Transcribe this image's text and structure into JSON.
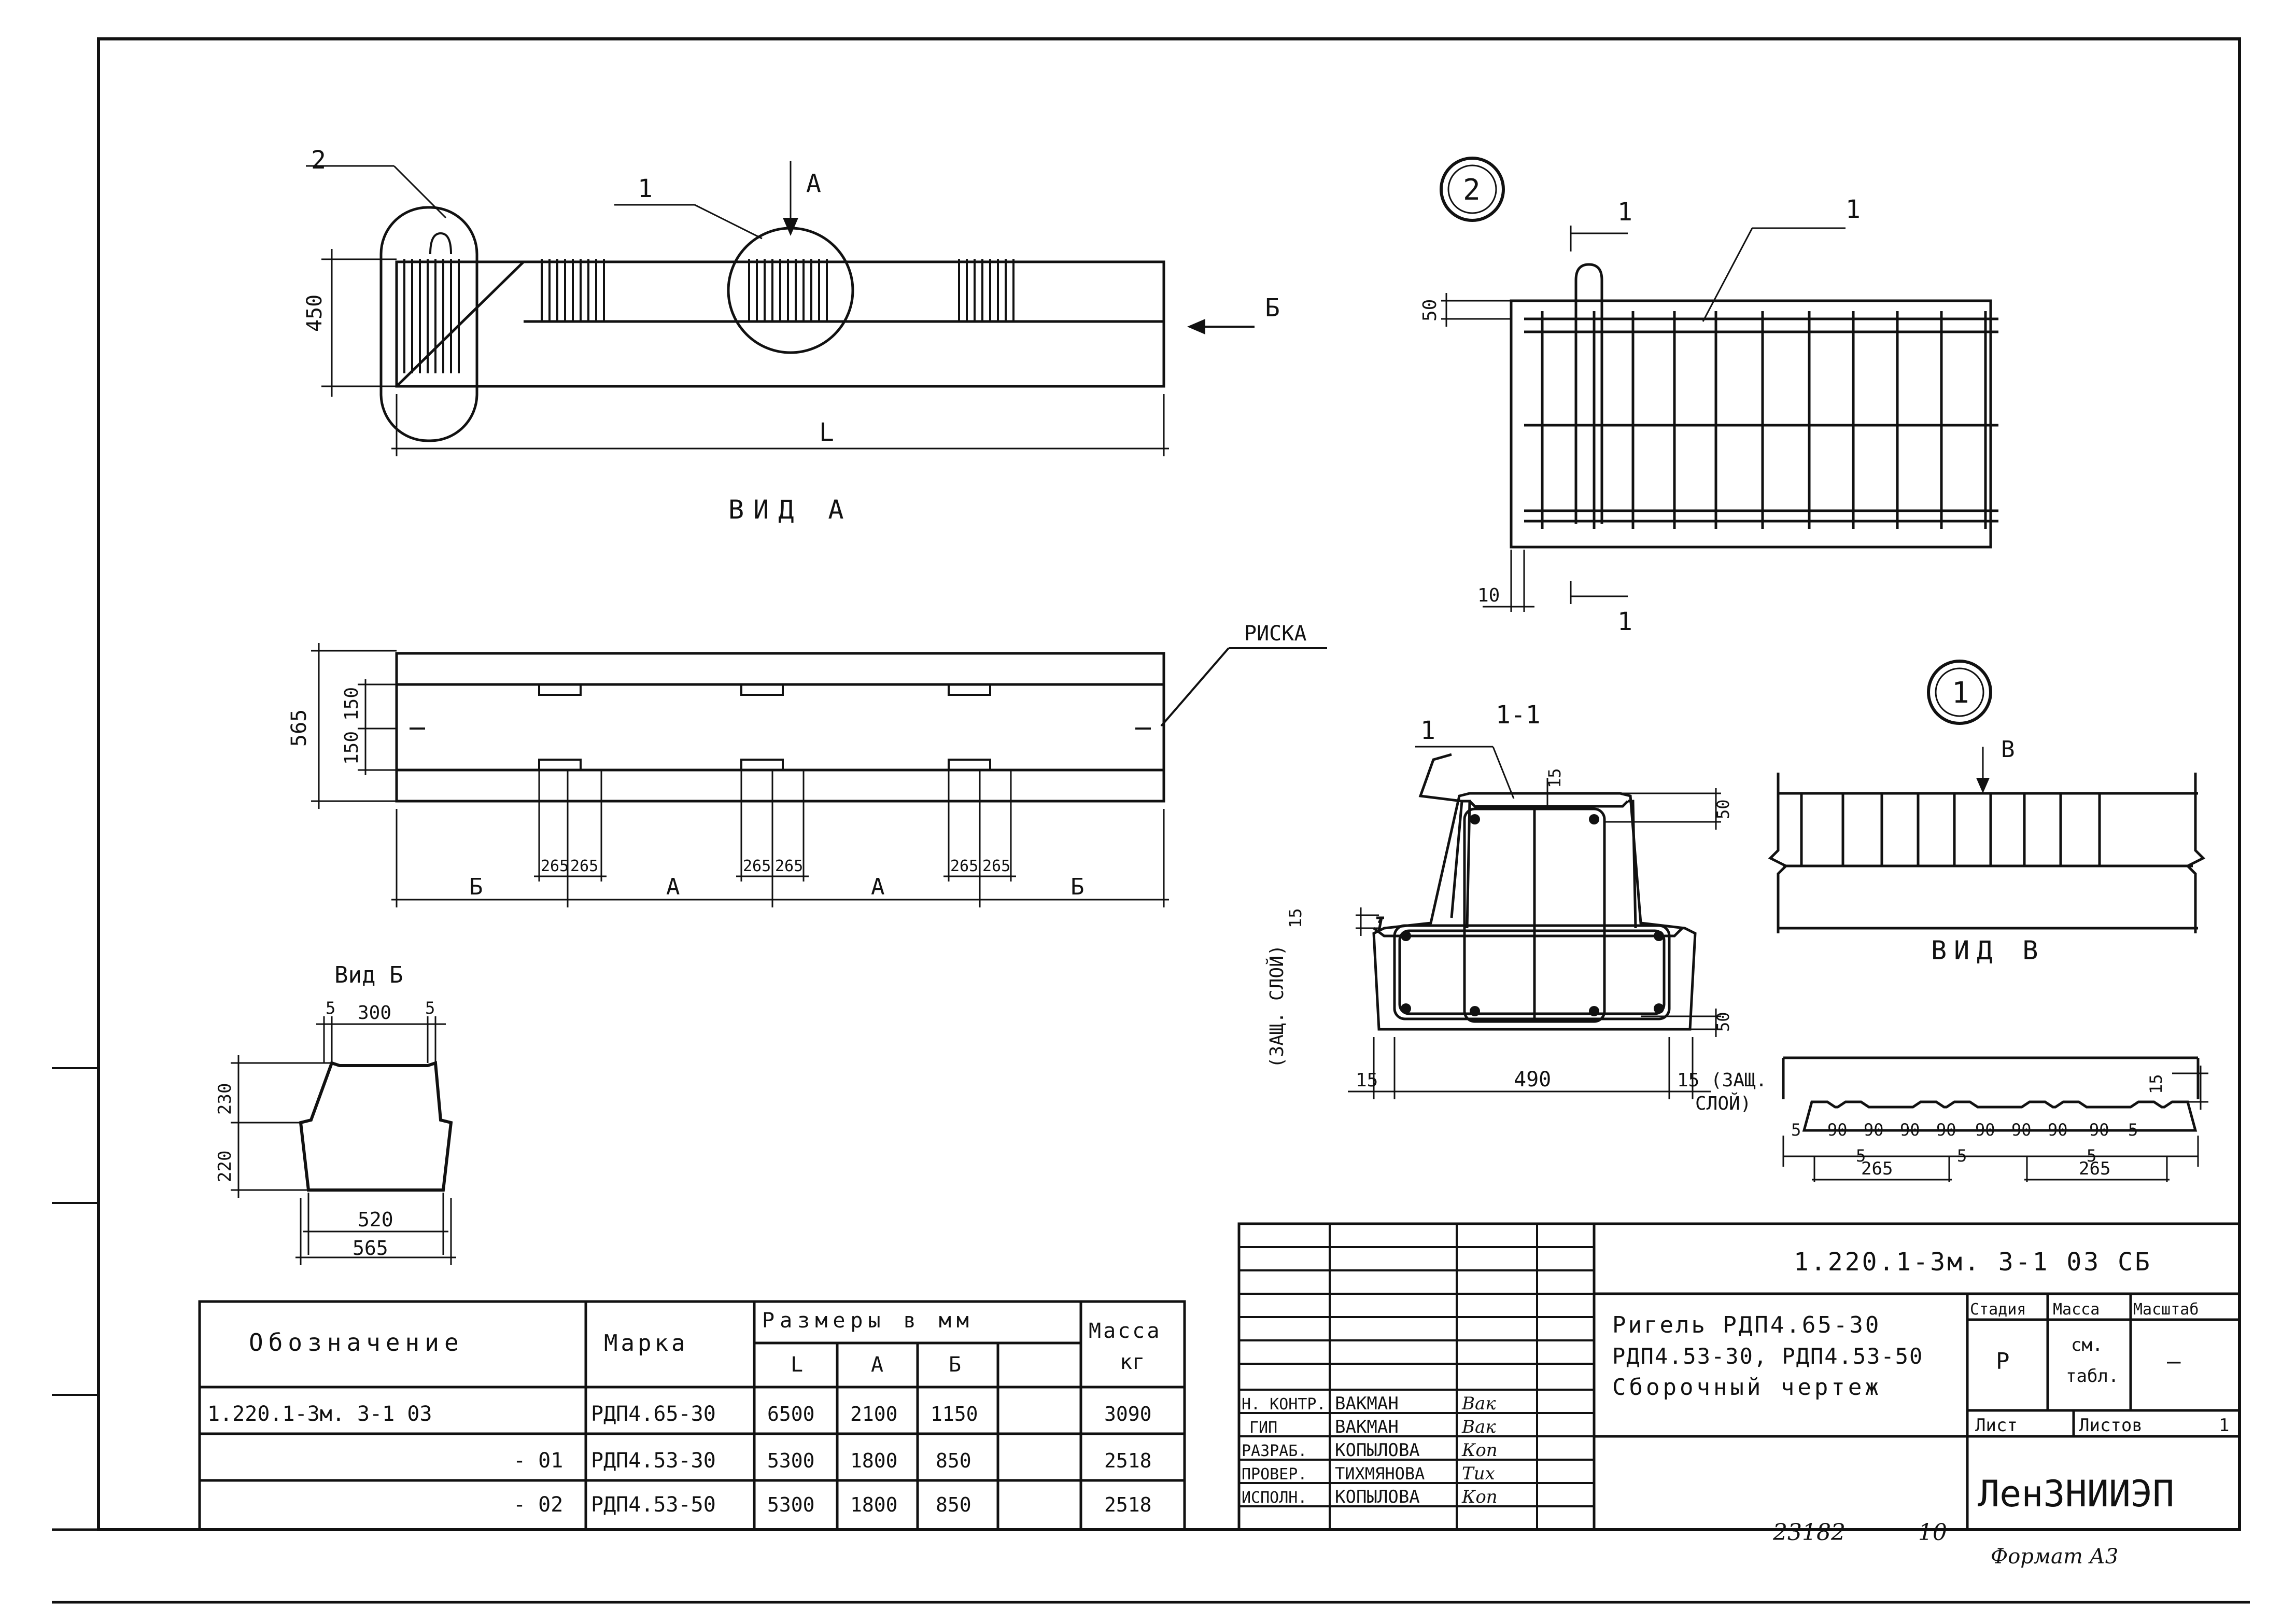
{
  "drawing": {
    "views": {
      "main_title": "ВИД А",
      "view_b_title": "Вид Б",
      "view_v_title": "ВИД В",
      "section_title": "1-1",
      "callout_1": "1",
      "callout_2": "2",
      "arrow_a": "А",
      "arrow_b": "Б",
      "arrow_v": "В",
      "riska": "РИСКА",
      "cut_label": "1"
    },
    "dims": {
      "main_h": "450",
      "main_L": "L",
      "plan_total": "565",
      "plan_150a": "150",
      "plan_150b": "150",
      "plan_265": "265",
      "seg_b": "Б",
      "seg_a": "А",
      "d2_50": "50",
      "d2_10": "10",
      "viewb_5": "5",
      "viewb_300": "300",
      "viewb_230": "230",
      "viewb_220": "220",
      "viewb_520": "520",
      "viewb_565": "565",
      "sec_15": "15",
      "sec_50": "50",
      "sec_490": "490",
      "sec_zashch": "(ЗАЩ. СЛОЙ)",
      "sec_15_zashch": "15 (ЗАЩ.",
      "sec_sloy": "СЛОЙ)",
      "v_15": "15",
      "v_5": "5",
      "v_90": "90",
      "v_265": "265"
    }
  },
  "spec_table": {
    "col_designation": "Обозначение",
    "col_mark": "Марка",
    "col_dims": "Размеры в мм",
    "col_L": "L",
    "col_A": "А",
    "col_B": "Б",
    "col_mass": "Масса",
    "col_mass_unit": "кг",
    "rows": [
      {
        "designation": "1.220.1-3м. 3-1   03",
        "mark": "РДП4.65-30",
        "L": "6500",
        "A": "2100",
        "B": "1150",
        "mass": "3090"
      },
      {
        "designation": "- 01",
        "mark": "РДП4.53-30",
        "L": "5300",
        "A": "1800",
        "B": "850",
        "mass": "2518"
      },
      {
        "designation": "- 02",
        "mark": "РДП4.53-50",
        "L": "5300",
        "A": "1800",
        "B": "850",
        "mass": "2518"
      }
    ]
  },
  "title_block": {
    "code": "1.220.1-3м. 3-1   03 СБ",
    "name_line1": "Ригель РДП4.65-30",
    "name_line2": "РДП4.53-30, РДП4.53-50",
    "name_line3": "Сборочный чертеж",
    "stage_label": "Стадия",
    "stage_value": "Р",
    "mass_label": "Масса",
    "mass_value_1": "см.",
    "mass_value_2": "табл.",
    "scale_label": "Масштаб",
    "scale_value": "—",
    "sheet_label": "Лист",
    "sheets_label": "Листов",
    "sheets_value": "1",
    "org": "ЛенЗНИИЭП",
    "inv_no": "23182",
    "inv_no2": "10",
    "format": "Формат А3",
    "staff": [
      {
        "role": "Н. КОНТР.",
        "name": "ВАКМАН",
        "sign": "Вак"
      },
      {
        "role": "ГИП",
        "name": "ВАКМАН",
        "sign": "Вак"
      },
      {
        "role": "РАЗРАБ.",
        "name": "КОПЫЛОВА",
        "sign": "Коп"
      },
      {
        "role": "ПРОВЕР.",
        "name": "ТИХМЯНОВА",
        "sign": "Тих"
      },
      {
        "role": "ИСПОЛН.",
        "name": "КОПЫЛОВА",
        "sign": "Коп"
      }
    ]
  }
}
